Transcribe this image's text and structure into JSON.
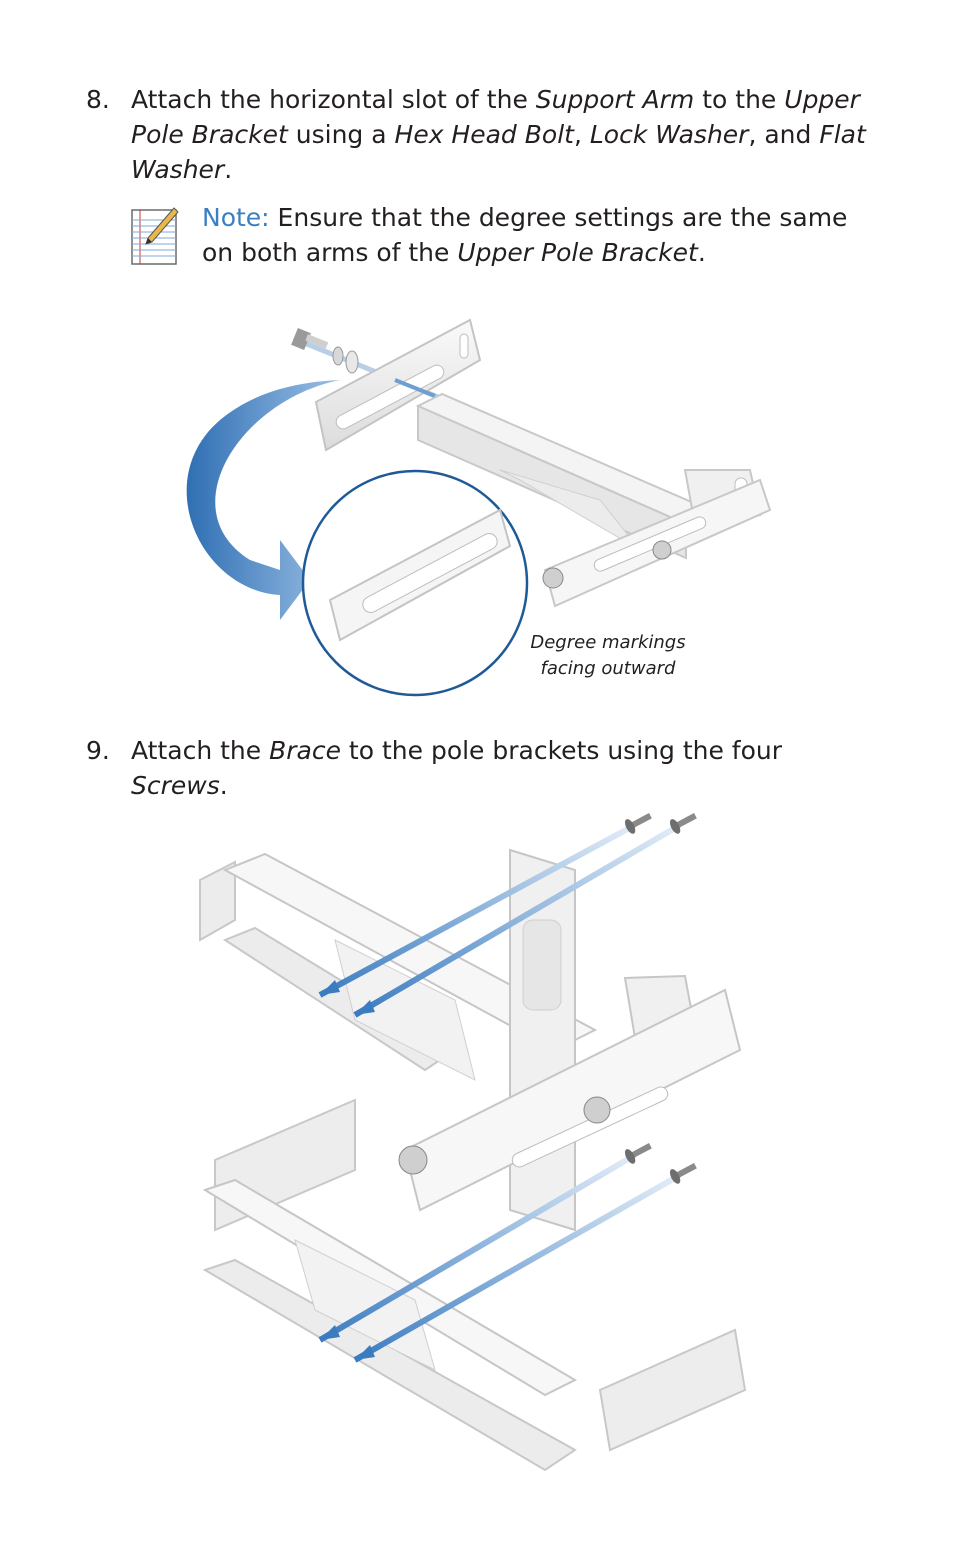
{
  "steps": [
    {
      "number": "8.",
      "text": [
        {
          "t": "Attach the horizontal slot of the ",
          "i": false
        },
        {
          "t": "Support Arm",
          "i": true
        },
        {
          "t": " to the ",
          "i": false
        },
        {
          "t": "Upper Pole Bracket",
          "i": true
        },
        {
          "t": " using a ",
          "i": false
        },
        {
          "t": "Hex Head Bolt",
          "i": true
        },
        {
          "t": ", ",
          "i": false
        },
        {
          "t": "Lock Washer",
          "i": true
        },
        {
          "t": ", and ",
          "i": false
        },
        {
          "t": "Flat Washer",
          "i": true
        },
        {
          "t": ".",
          "i": false
        }
      ]
    },
    {
      "number": "9.",
      "text": [
        {
          "t": "Attach the ",
          "i": false
        },
        {
          "t": "Brace",
          "i": true
        },
        {
          "t": " to the pole brackets using the four ",
          "i": false
        },
        {
          "t": "Screws",
          "i": true
        },
        {
          "t": ".",
          "i": false
        }
      ]
    }
  ],
  "note": {
    "label": "Note:",
    "text": [
      {
        "t": " Ensure that the degree settings are the same on both arms of the ",
        "i": false
      },
      {
        "t": "Upper Pole Bracket",
        "i": true
      },
      {
        "t": ".",
        "i": false
      }
    ],
    "icon": "notepad-pencil-icon"
  },
  "figure1": {
    "caption_line1": "Degree markings",
    "caption_line2": "facing outward"
  },
  "colors": {
    "note_label": "#3a7fc1",
    "arrow": "#3b7cc0",
    "callout_circle": "#1f5a96",
    "metal_light": "#f2f2f2",
    "metal_edge": "#c9c9c9"
  }
}
